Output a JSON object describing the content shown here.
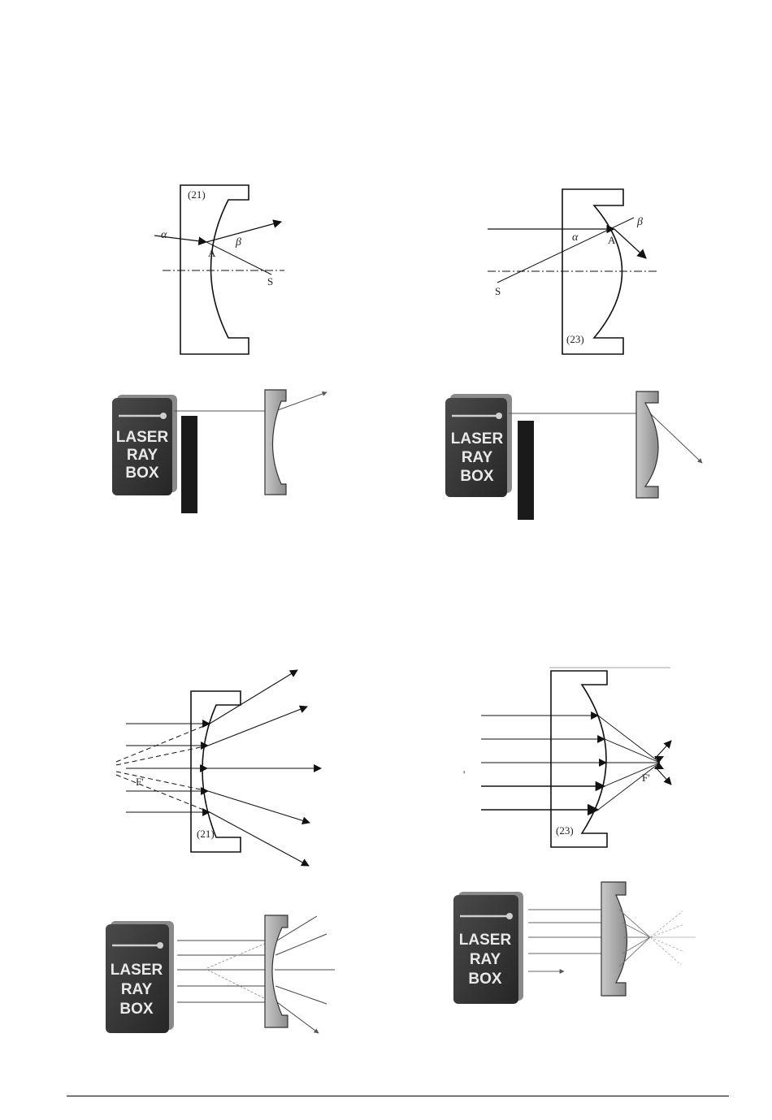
{
  "diagrams": {
    "top_left": {
      "lens_number": "(21)",
      "alpha": "α",
      "beta": "β",
      "point": "A",
      "source": "S"
    },
    "top_right": {
      "lens_number": "(23)",
      "alpha": "α",
      "beta": "β",
      "point": "A",
      "source": "S"
    },
    "bottom_left": {
      "lens_number": "(21)",
      "focus": "F'"
    },
    "bottom_right": {
      "lens_number": "(23)",
      "focus": "F'",
      "stray_mark": "'"
    }
  },
  "laser_box": {
    "line1": "LASER",
    "line2": "RAY",
    "line3": "BOX"
  },
  "colors": {
    "ink": "#111111",
    "box_face": "#3a3a3a",
    "box_edge": "#8a8a8a",
    "lens_fill": "#a8a8a8"
  }
}
